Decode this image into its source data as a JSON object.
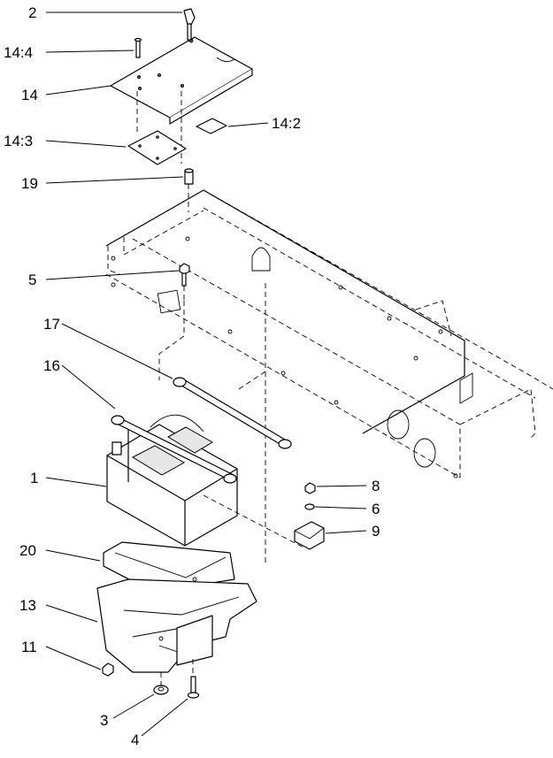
{
  "diagram": {
    "callouts": [
      {
        "id": "c2",
        "label": "2"
      },
      {
        "id": "c14_4",
        "label": "14:4"
      },
      {
        "id": "c14",
        "label": "14"
      },
      {
        "id": "c14_2",
        "label": "14:2"
      },
      {
        "id": "c14_3",
        "label": "14:3"
      },
      {
        "id": "c19",
        "label": "19"
      },
      {
        "id": "c5",
        "label": "5"
      },
      {
        "id": "c17",
        "label": "17"
      },
      {
        "id": "c16",
        "label": "16"
      },
      {
        "id": "c1",
        "label": "1"
      },
      {
        "id": "c8",
        "label": "8"
      },
      {
        "id": "c6",
        "label": "6"
      },
      {
        "id": "c9",
        "label": "9"
      },
      {
        "id": "c20",
        "label": "20"
      },
      {
        "id": "c13",
        "label": "13"
      },
      {
        "id": "c11",
        "label": "11"
      },
      {
        "id": "c3",
        "label": "3"
      },
      {
        "id": "c4",
        "label": "4"
      }
    ]
  }
}
